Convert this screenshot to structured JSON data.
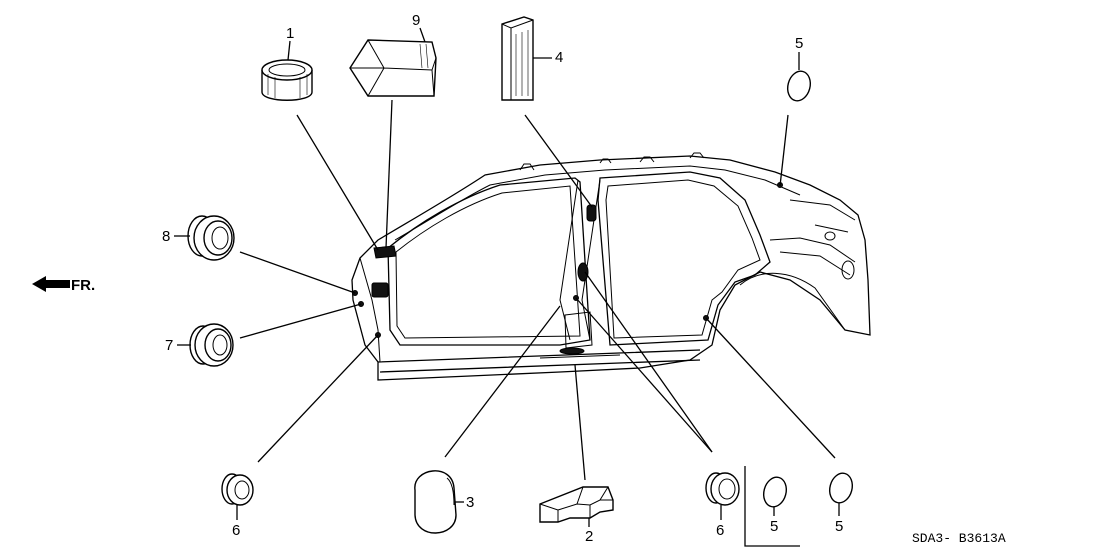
{
  "callouts": {
    "c1": "1",
    "c2": "2",
    "c3": "3",
    "c4": "4",
    "c5a": "5",
    "c5b": "5",
    "c5c": "5",
    "c6a": "6",
    "c6b": "6",
    "c7": "7",
    "c8": "8",
    "c9": "9"
  },
  "front_indicator": "FR.",
  "diagram_code": "SDA3- B3613A",
  "colors": {
    "line": "#000000",
    "background": "#ffffff"
  }
}
